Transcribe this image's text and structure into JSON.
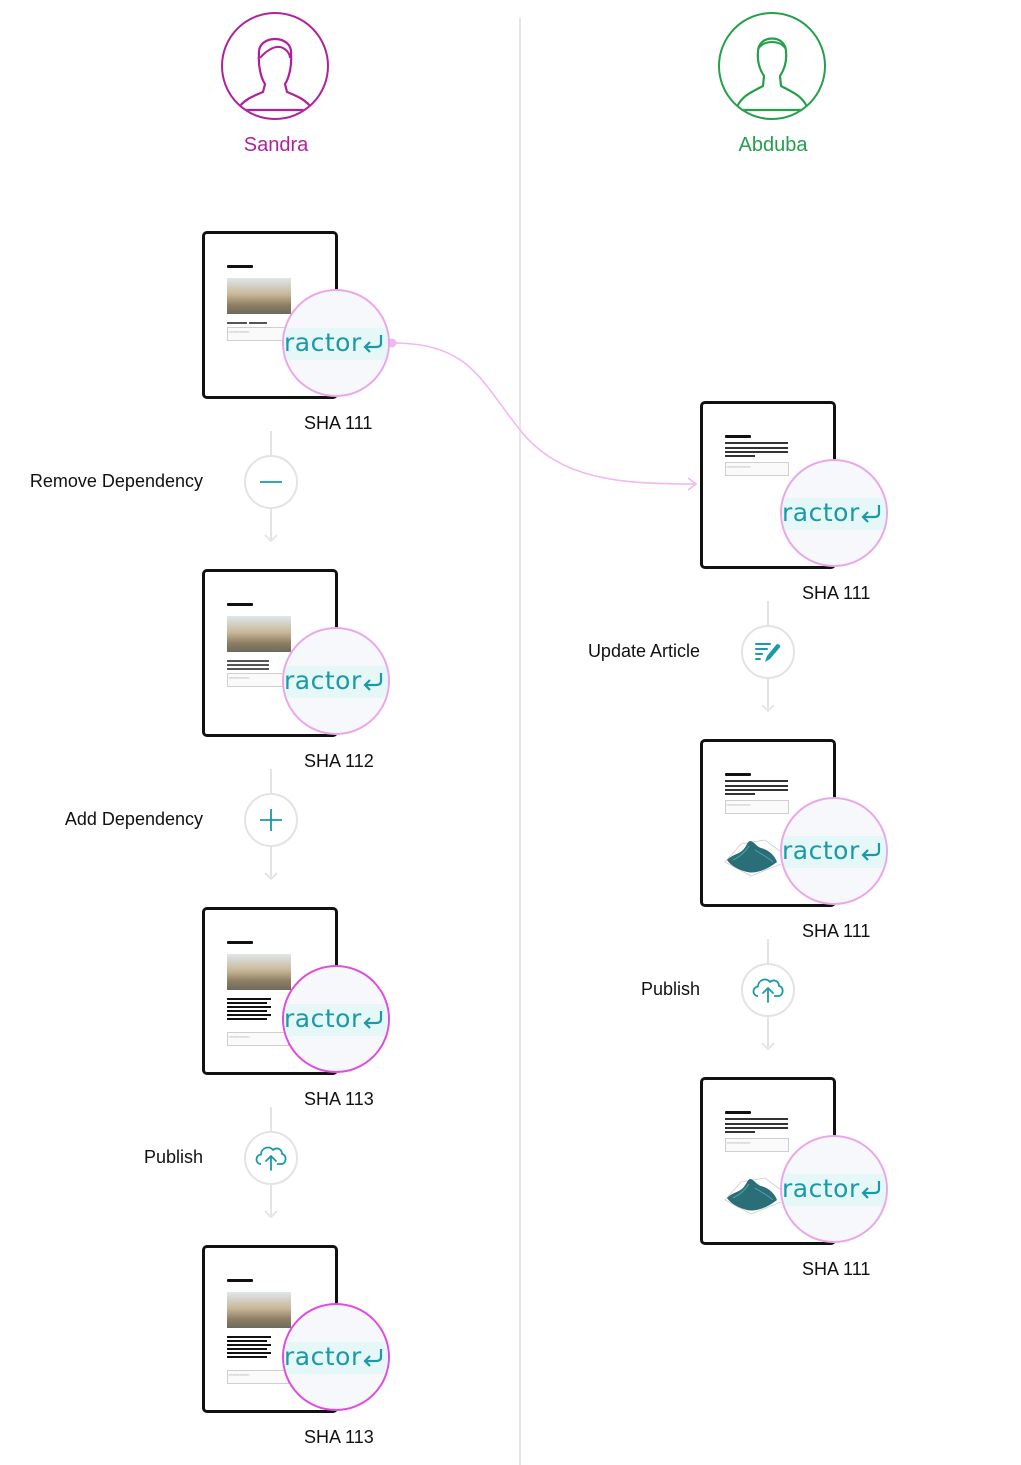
{
  "colors": {
    "sandra": "#b0209e",
    "abduba": "#23a04a",
    "lens_pink": "#e9a7ea",
    "lens_magenta": "#e14be0",
    "teal": "#1a9aa6",
    "connector": "#f2b7f2"
  },
  "people": {
    "sandra": {
      "name": "Sandra",
      "icon": "person-female-icon"
    },
    "abduba": {
      "name": "Abduba",
      "icon": "person-male-icon"
    }
  },
  "lens_text": "ractor",
  "sandra_flow": {
    "docs": [
      {
        "sha": "SHA 111",
        "content": "image"
      },
      {
        "sha": "SHA 112",
        "content": "image-text"
      },
      {
        "sha": "SHA 113",
        "content": "image-dense"
      },
      {
        "sha": "SHA 113",
        "content": "image-dense"
      }
    ],
    "steps": [
      {
        "label": "Remove Dependency",
        "icon": "minus-icon"
      },
      {
        "label": "Add Dependency",
        "icon": "plus-icon"
      },
      {
        "label": "Publish",
        "icon": "cloud-upload-icon"
      }
    ]
  },
  "abduba_flow": {
    "docs": [
      {
        "sha": "SHA 111",
        "content": "text"
      },
      {
        "sha": "SHA 111",
        "content": "chart"
      },
      {
        "sha": "SHA 111",
        "content": "chart"
      }
    ],
    "steps": [
      {
        "label": "Update Article",
        "icon": "edit-text-icon"
      },
      {
        "label": "Publish",
        "icon": "cloud-upload-icon"
      }
    ]
  }
}
